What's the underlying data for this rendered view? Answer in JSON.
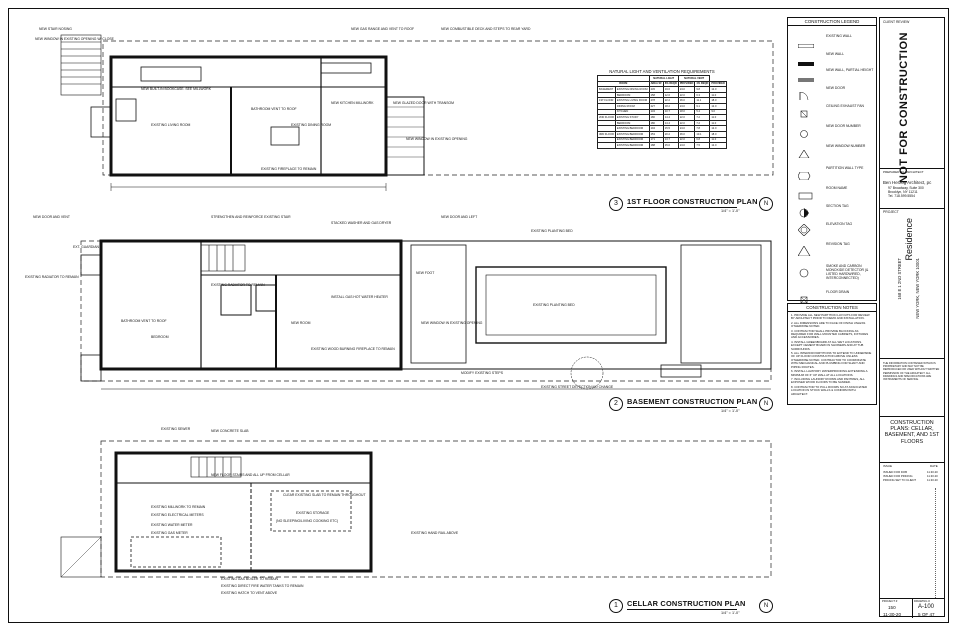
{
  "plans": [
    {
      "number": "3",
      "title": "1ST FLOOR CONSTRUCTION PLAN",
      "scale": "1/4\" = 1'-0\""
    },
    {
      "number": "2",
      "title": "BASEMENT CONSTRUCTION PLAN",
      "scale": "1/4\" = 1'-0\""
    },
    {
      "number": "1",
      "title": "CELLAR CONSTRUCTION PLAN",
      "scale": "1/4\" = 1'-0\""
    }
  ],
  "north_label": "N",
  "ventilation_table": {
    "title": "NATURAL LIGHT AND VENTILATION REQUIREMENTS",
    "group_headers": [
      "NATURAL LIGHT",
      "NATURAL VENT"
    ],
    "headers": [
      "ROOM",
      "AREA SF",
      "8% REQD",
      "PROVIDED",
      "4% REQD",
      "PROVIDED"
    ],
    "rows": [
      [
        "BASEMENT",
        "EXISTING DINING ROOM",
        "245",
        "19.6",
        "24.0",
        "9.8",
        "12.0"
      ],
      [
        "",
        "BEDROOM",
        "158",
        "12.6",
        "22.0",
        "6.3",
        "11.0"
      ],
      [
        "1ST FLOOR",
        "EXISTING LIVING ROOM",
        "278",
        "22.2",
        "36.0",
        "11.1",
        "18.0"
      ],
      [
        "",
        "DINING ROOM",
        "227",
        "18.2",
        "24.0",
        "9.1",
        "12.0"
      ],
      [
        "",
        "KITCHEN",
        "134",
        "10.7",
        "18.0",
        "5.4",
        "9.0"
      ],
      [
        "2ND FLOOR",
        "EXISTING STUDY",
        "180",
        "14.4",
        "22.0",
        "7.2",
        "11.0"
      ],
      [
        "",
        "BEDROOM",
        "180",
        "14.4",
        "22.0",
        "7.2",
        "11.0"
      ],
      [
        "",
        "EXISTING BEDROOM",
        "194",
        "15.5",
        "24.0",
        "7.8",
        "12.0"
      ],
      [
        "3RD FLOOR",
        "EXISTING BEDROOM",
        "253",
        "20.2",
        "36.0",
        "10.1",
        "18.0"
      ],
      [
        "",
        "EXISTING BEDROOM",
        "171",
        "13.7",
        "22.0",
        "6.8",
        "11.0"
      ],
      [
        "",
        "EXISTING BEDROOM",
        "188",
        "15.0",
        "24.0",
        "7.5",
        "12.0"
      ]
    ]
  },
  "legend": {
    "title": "CONSTRUCTION LEGEND",
    "items": [
      "EXISTING WALL",
      "NEW WALL",
      "NEW WALL, PARTIAL HEIGHT",
      "NEW DOOR",
      "CEILING EXHAUST FAN",
      "NEW DOOR NUMBER",
      "NEW WINDOW NUMBER",
      "PARTITION WALL TYPE",
      "ROOM NAME",
      "SECTION TAG",
      "ELEVATION TAG",
      "REVISION TAG",
      "SMOKE AND CARBON MONOXIDE DETECTOR (& LISTED HARDWIRED, INTERCONNECTED)",
      "FLOOR DRAIN"
    ],
    "room_name_label": "ROOM NAME",
    "room_name_number": "000"
  },
  "notes": {
    "title": "CONSTRUCTION NOTES",
    "items": [
      "1. PROVIDE ALL NEW PARTITION LAYOUTS FOR REVIEW BY ARCHITECT PRIOR TO DEMO AND INSTALLATION.",
      "2. ALL DIMENSIONS ARE TO FACE OF FINISH UNLESS OTHERWISE NOTED.",
      "3. CONTRACTOR SHALL PROVIDE BLOCKING AS REQUIRED FOR WALL MOUNTED CABINETS, FIXTURES AND ACCESSORIES.",
      "4. INSTALL GREENBOARD AT ALL WET LOCATIONS. EXCEPT CEMENT BOARD IN SHOWERS AND AT TUB SURROUNDS.",
      "5. ALL INTERIOR PARTITIONS TO EXTEND TO UNDERSIDE OF UP FLOOR CONSTRUCTION ABOVE UNLESS OTHERWISE NOTED. CONTRACTOR TO COORDINATE WITH MECHANICAL AND PLUMBING FOR SHAFT AND PIPING ROUTES.",
      "6. INSTALL LAVATORY WATERPROOFING EXTENDING A MINIMUM OF 6\" UP WALL AT ALL LOCATIONS.",
      "7. INCLUDING LAUNDRY ROOMS AND PANTRIES, ALL EXPOSED WOOD FLOORS TO BE SANDED.",
      "8. CONTRACTOR TO PULL ROOMS SO AT ASSOCIATED LOCATION IN STOCK WALLS & CONFIRM WITH ARCHITECT."
    ]
  },
  "title_block": {
    "client_review": "CLIENT REVIEW",
    "not_for_construction": "NOT FOR CONSTRUCTION",
    "prepared_by": "PREPARED BY / ARCHITECT",
    "firm": "Ben Herzog Architect, pc",
    "firm_address": [
      "97 Broadway, Suite 300",
      "Brooklyn, NY 11211"
    ],
    "firm_phone": "Tel. 718.599.5554",
    "project_label": "PROJECT",
    "project_name": "Residence",
    "project_address": [
      "168 E 1 2ND STREET",
      "NEW YORK, NEW YORK 10001"
    ],
    "sheet_title": "CONSTRUCTION PLANS: CELLAR, BASEMENT, AND 1ST FLOORS",
    "issue_header": [
      "ISSUE",
      "DATE"
    ],
    "issues": [
      [
        "ISSUED FOR DOB",
        "11.30.20"
      ],
      [
        "ISSUED FOR PRICING",
        "11.30.20"
      ],
      [
        "PRICING SET TO CLIENT",
        "11.30.20"
      ]
    ],
    "project_no_label": "PROJECT #",
    "project_no": "150",
    "drawing_no_label": "DRAWING #",
    "drawing_no": "A-100",
    "date": "11-30-20",
    "sheet_of": "5 OF 47",
    "disclaimer": "THE INFORMATION CONTAINED WITHIN IS PROPRIETARY AND MAY NOT BE REPRODUCED OR USED WITHOUT WRITTEN PERMISSION OF THE ARCHITECT. ALL DRAWINGS AND SPECIFICATIONS ARE INSTRUMENTS OF SERVICE."
  },
  "annotations": {
    "floor1": [
      "NEW STAIR NOSING",
      "NEW WINDOW IN EXISTING OPENING W/ CLOSE",
      "NEW BUILT-IN BOOKCASE. SEE MILLWORK",
      "EXISTING LIVING ROOM",
      "BATHROOM VENT TO ROOF",
      "NEW KITCHEN MILLWORK",
      "EXISTING DINING ROOM",
      "NEW GLAZED DOOR WITH TRANSOM",
      "NEW WINDOW IN EXISTING OPENING",
      "EXISTING FIREPLACE TO REMAIN",
      "NEW COMBUSTIBLE DECK AND STEPS TO REAR YARD",
      "NEW GAS RANGE AND VENT TO ROOF"
    ],
    "basement": [
      "NEW DOOR AND VENT",
      "EXISTING RADIATOR TO REMAIN",
      "EXT. GUARDIAN",
      "STRENGTHEN AND REINFORCE EXISTING STAIR",
      "STACKED WASHER AND GAS DRYER",
      "NEW DOOR AND LEFT",
      "INSTALL GAS HOT WATER HEATER",
      "NEW FOOT",
      "EXISTING PLANTING BED",
      "EXISTING PLANTING BED",
      "EXISTING WOOD BURNING FIREPLACE TO REMAIN",
      "BATHROOM VENT TO ROOF",
      "BEDROOM",
      "NEW WINDOW IN EXISTING OPENING",
      "NEW ROOM",
      "EXISTING RADIATOR TO REMAIN",
      "MODIFY EXISTING STEPS",
      "EXISTING STREET DETECTION NO CHANGE"
    ],
    "cellar": [
      "EXISTING SEWER",
      "NEW CONCRETE SLAB",
      "NEW FLOOR STAIRS AND ALL UP FROM CELLAR",
      "EXISTING MILLWORK TO REMAIN",
      "EXISTING ELECTRICAL METERS",
      "EXISTING WATER METER",
      "EXISTING GAS METER",
      "CLEAR EXISTING SLAB TO REMAIN THROUGHOUT",
      "EXISTING STORAGE",
      "(NO SLEEPING/LIVING COOKING ETC)",
      "EXISTING HAND RAIL ABOVE",
      "EXISTING GAS BOILER TO REMAIN",
      "EXISTING DIRECT FIRE WATER TANKS TO REMAIN",
      "EXISTING HATCH TO VENT ABOVE"
    ]
  }
}
